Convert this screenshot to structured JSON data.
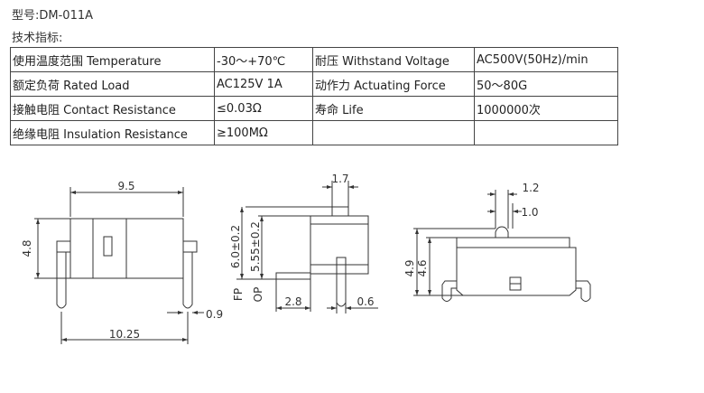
{
  "header": {
    "model": "型号:DM-011A",
    "specs_heading": "技术指标:"
  },
  "specs_table": {
    "rows": [
      [
        "使用温度范围 Temperature",
        "-30～+70℃",
        "耐压 Withstand Voltage",
        "AC500V(50Hz)/min"
      ],
      [
        "额定负荷 Rated Load",
        "AC125V 1A",
        "动作力 Actuating Force",
        "50～80G"
      ],
      [
        "接触电阻 Contact Resistance",
        "≤0.03Ω",
        "寿命 Life",
        "1000000次"
      ],
      [
        "绝缘电阻 Insulation Resistance",
        "≥100MΩ",
        "",
        ""
      ]
    ]
  },
  "drawing": {
    "front_view": {
      "width_label": "9.5",
      "height_label": "4.8",
      "pin_gap_label": "0.9",
      "total_width_label": "10.25"
    },
    "side_view": {
      "top_label": "1.7",
      "fp_label": "6.0±0.2",
      "op_label": "5.55±0.2",
      "fp_text": "FP",
      "op_text": "OP",
      "offset_label": "2.8",
      "pin_label": "0.6"
    },
    "right_view": {
      "top_outer_label": "1.2",
      "top_inner_label": "1.0",
      "height_outer_label": "4.9",
      "height_inner_label": "4.6"
    }
  }
}
